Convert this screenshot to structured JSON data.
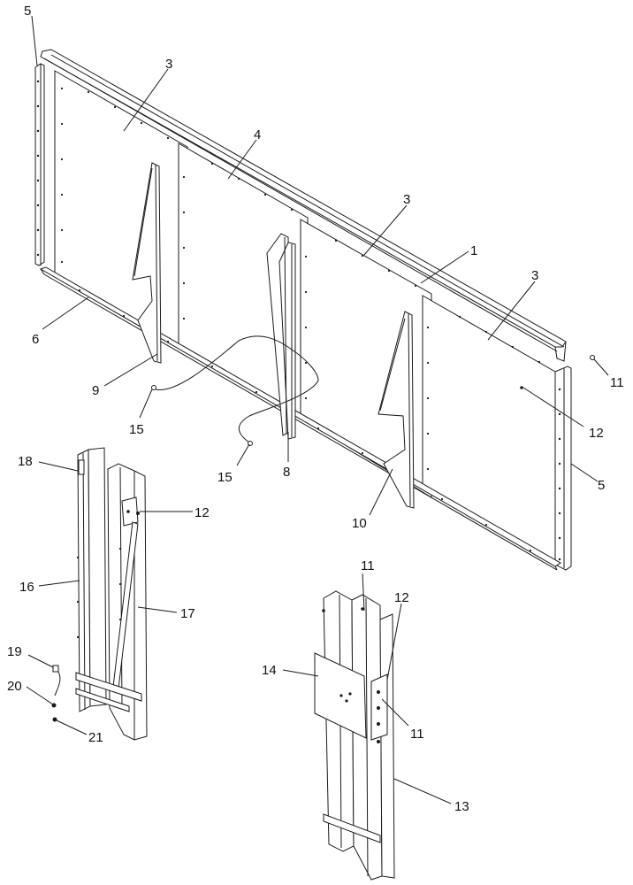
{
  "callouts": {
    "c1": "1",
    "c3a": "3",
    "c3b": "3",
    "c3c": "3",
    "c4": "4",
    "c5a": "5",
    "c5b": "5",
    "c6": "6",
    "c8": "8",
    "c9": "9",
    "c10": "10",
    "c11a": "11",
    "c11b": "11",
    "c11c": "11",
    "c12a": "12",
    "c12b": "12",
    "c12c": "12",
    "c13": "13",
    "c14": "14",
    "c15a": "15",
    "c15b": "15",
    "c16": "16",
    "c17": "17",
    "c18": "18",
    "c19": "19",
    "c20": "20",
    "c21": "21"
  }
}
